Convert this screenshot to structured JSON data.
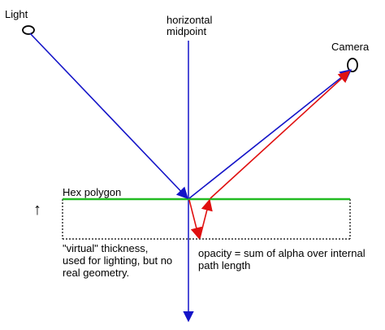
{
  "labels": {
    "light": "Light",
    "midpoint_line1": "horizontal",
    "midpoint_line2": "midpoint",
    "camera": "Camera",
    "hex_polygon": "Hex polygon",
    "up_arrow": "↑",
    "virtual_line1": "\"virtual\" thickness,",
    "virtual_line2": "used for lighting, but no",
    "virtual_line3": "real geometry.",
    "opacity_line1": "opacity = sum of alpha over internal",
    "opacity_line2": "path length"
  },
  "colors": {
    "blue_ray": "#1414c8",
    "red_ray": "#e01010",
    "green_polygon": "#22bb22",
    "text": "#000000"
  }
}
